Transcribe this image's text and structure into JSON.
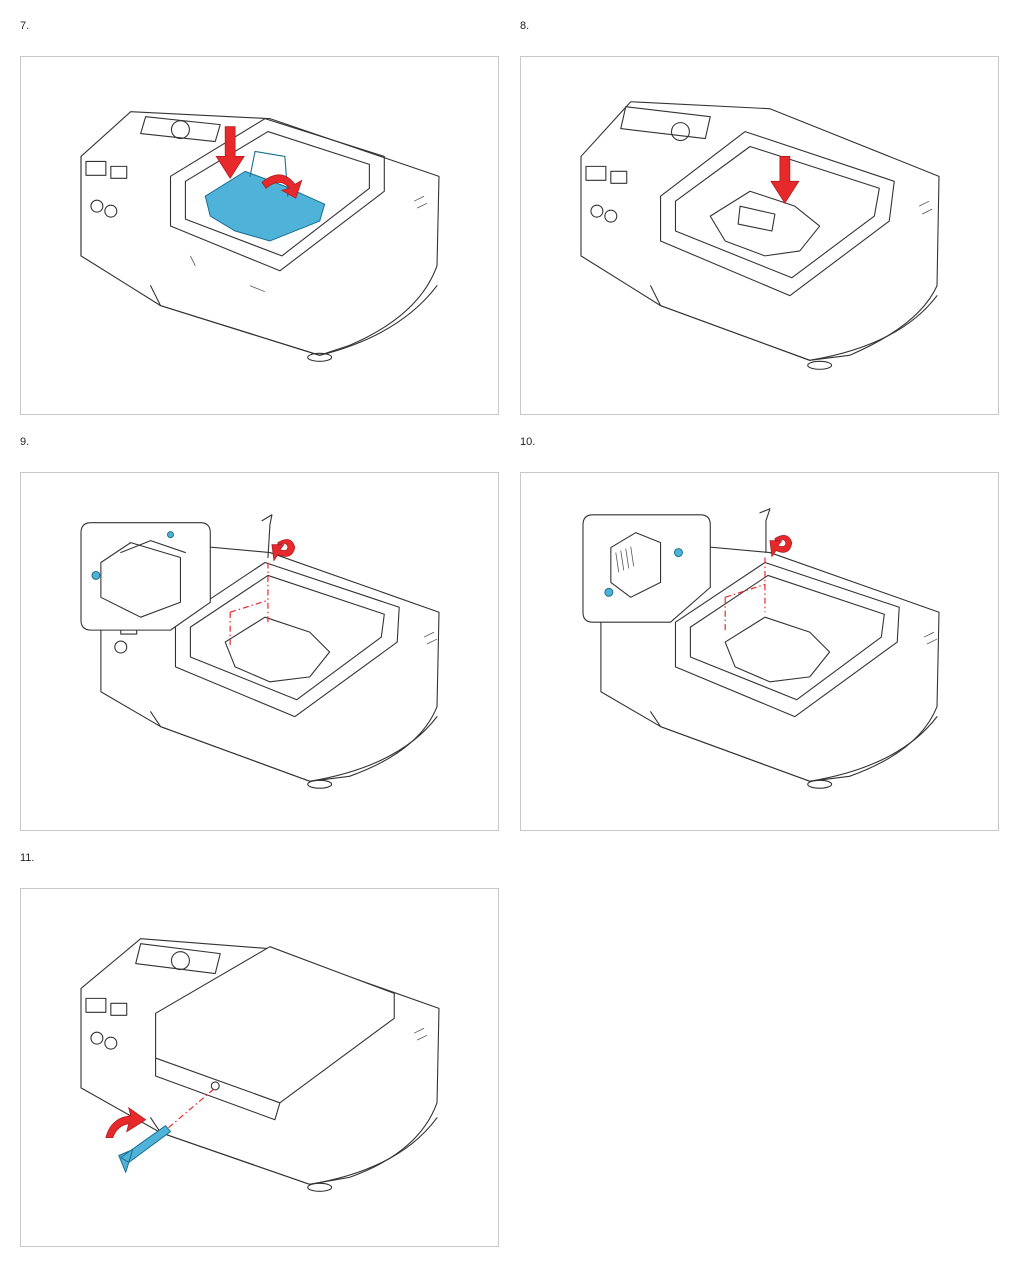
{
  "steps": [
    {
      "number": "7."
    },
    {
      "number": "8."
    },
    {
      "number": "9."
    },
    {
      "number": "10."
    },
    {
      "number": "11."
    }
  ],
  "colors": {
    "accent_blue": "#4fb3d9",
    "arrow_red": "#e8292c",
    "outline": "#333333",
    "panel_border": "#c8c8c8"
  }
}
